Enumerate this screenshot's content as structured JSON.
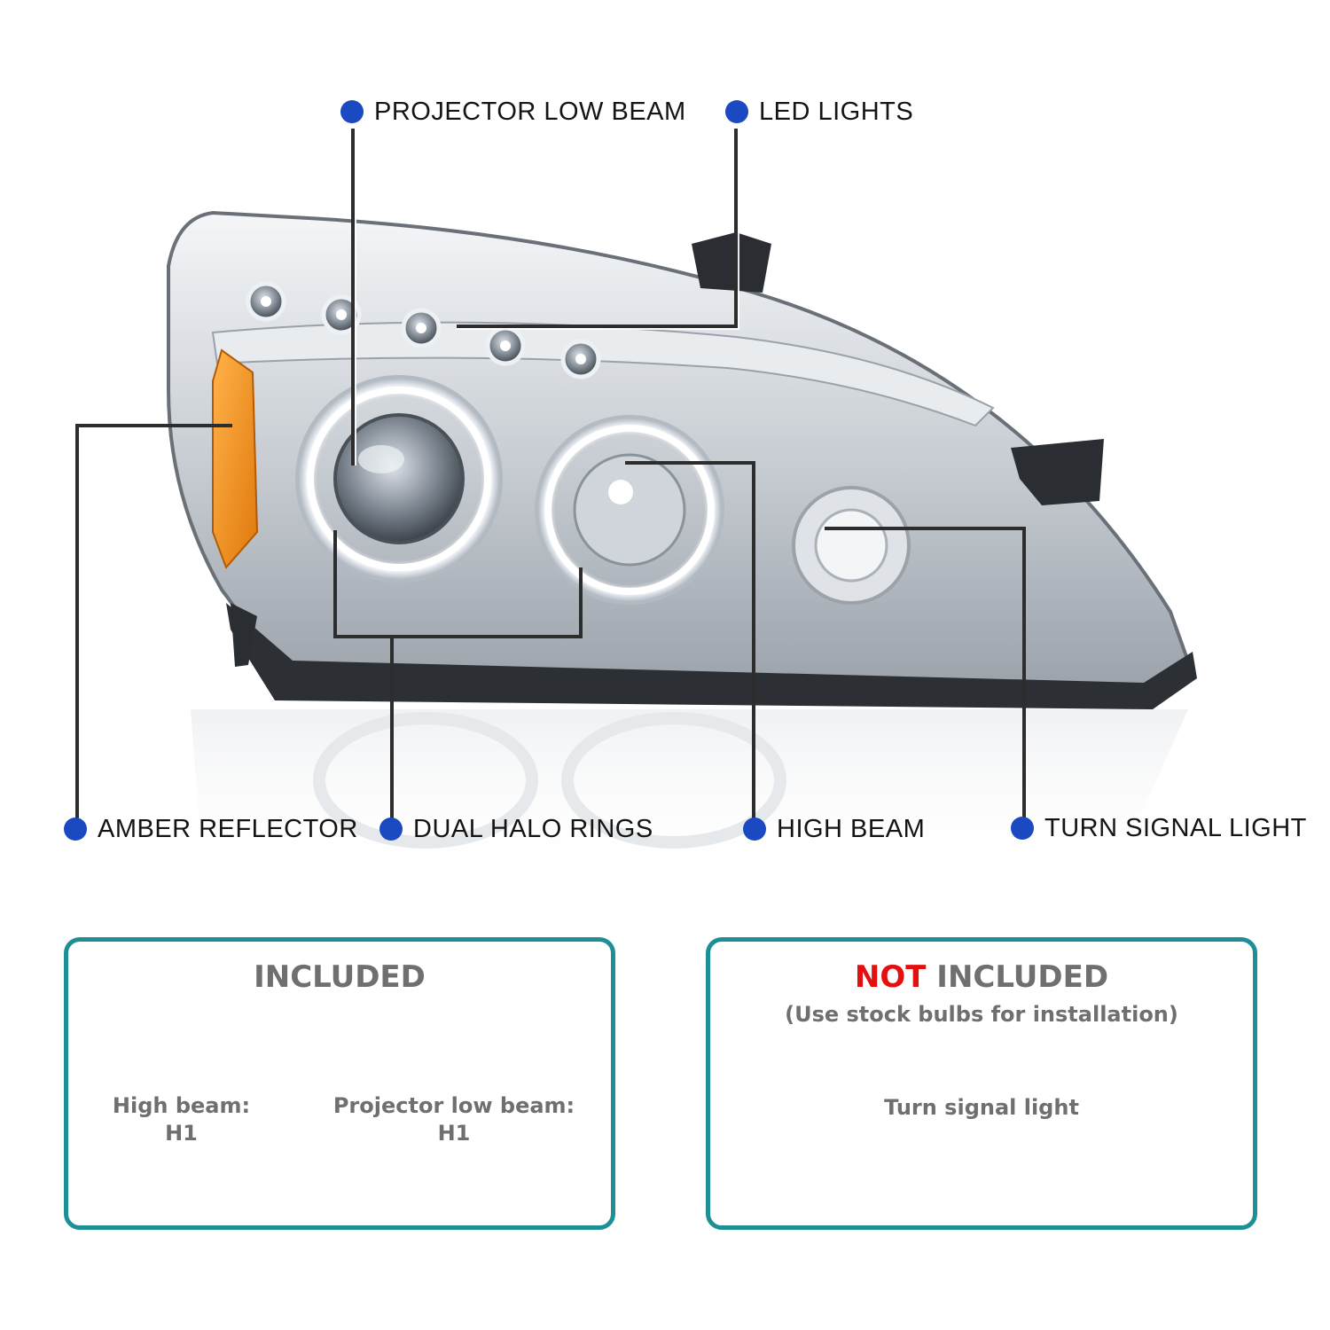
{
  "callouts": {
    "projector_low_beam": "PROJECTOR LOW BEAM",
    "led_lights": "LED LIGHTS",
    "amber_reflector": "AMBER REFLECTOR",
    "dual_halo_rings": "DUAL HALO RINGS",
    "high_beam": "HIGH BEAM",
    "turn_signal_light": "TURN SIGNAL LIGHT"
  },
  "included": {
    "title": "INCLUDED",
    "items": [
      {
        "label": "High beam:",
        "value": "H1"
      },
      {
        "label": "Projector low beam:",
        "value": "H1"
      }
    ]
  },
  "not_included": {
    "title_highlight": "NOT",
    "title_rest": " INCLUDED",
    "subtitle": "(Use stock bulbs for installation)",
    "items": [
      {
        "label": "Turn signal light"
      }
    ]
  },
  "colors": {
    "callout_dot": "#1a49c2",
    "panel_border": "#1e8f94",
    "not_highlight": "#e41010",
    "amber": "#f08a12",
    "panel_text": "#6f6f6f"
  }
}
